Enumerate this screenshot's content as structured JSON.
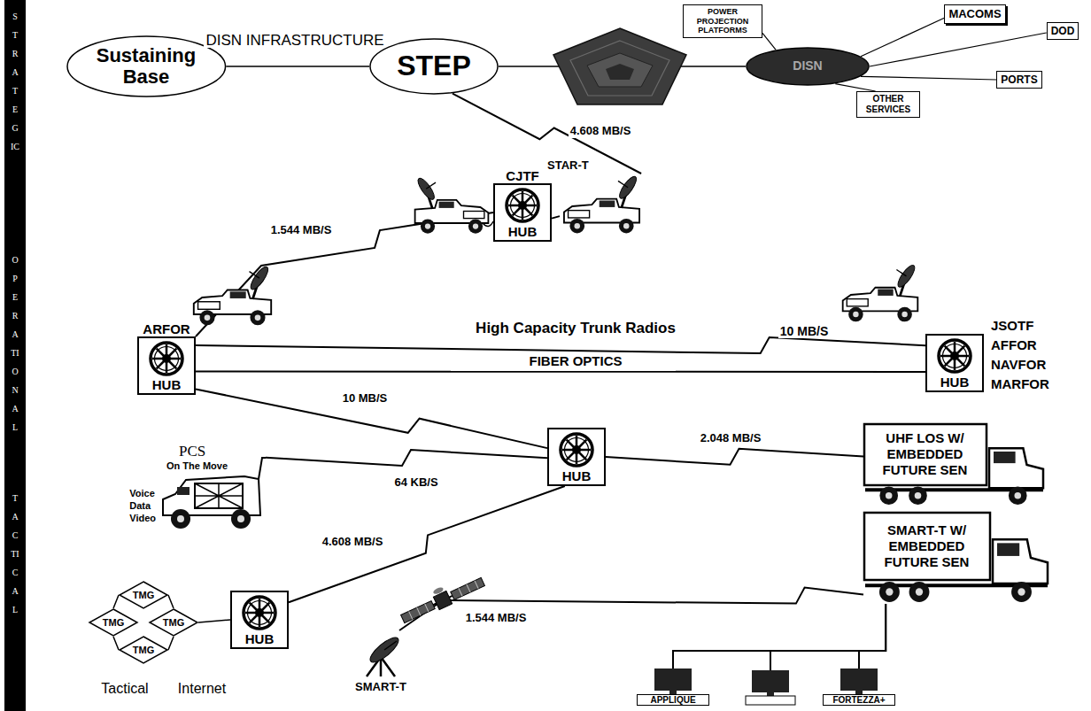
{
  "diagram": {
    "nodes": [
      {
        "text": [
          "STRATEGIC",
          "OPERATIONAL",
          "TACTICAL"
        ]
      },
      {
        "text": [
          "Sustaining Base"
        ]
      },
      {
        "text": [
          "STEP"
        ]
      },
      {
        "text": [
          "DISN"
        ]
      },
      {
        "text": [
          "POWER PROJECTION PLATFORMS"
        ]
      },
      {
        "text": [
          "MACOMS"
        ]
      },
      {
        "text": [
          "DOD"
        ]
      },
      {
        "text": [
          "OTHER SERVICES"
        ]
      },
      {
        "text": [
          "PORTS"
        ]
      },
      {
        "text": [
          "STAR-T"
        ]
      },
      {
        "text": [
          "CJTF",
          "HUB"
        ]
      },
      {
        "text": [
          "ARFOR",
          "HUB"
        ]
      },
      {
        "text": [
          "JSOTF AFFOR NAVFOR MARFOR",
          "HUB"
        ]
      },
      {
        "text": [
          "PCS",
          "On The Move",
          "Voice Data Video"
        ]
      },
      {
        "text": [
          "HUB"
        ]
      },
      {
        "text": [
          "UHF LOS W/ EMBEDDED FUTURE SEN"
        ]
      },
      {
        "text": [
          "SMART-T W/ EMBEDDED FUTURE SEN"
        ]
      },
      {
        "text": [
          "TMG"
        ]
      },
      {
        "text": [
          "TMG"
        ]
      },
      {
        "text": [
          "TMG"
        ]
      },
      {
        "text": [
          "TMG"
        ]
      },
      {
        "text": [
          "HUB"
        ]
      },
      {
        "text": [
          "SMART-T"
        ]
      },
      {
        "text": [
          "APPLIQUE"
        ]
      },
      {
        "text": [
          "FORTEZZA+"
        ]
      }
    ],
    "edges": [
      {
        "from": 1,
        "to": 2,
        "arrow": "none",
        "label": "DISN INFRASTRUCTURE"
      },
      {
        "from": 2,
        "to": 3,
        "arrow": "none"
      },
      {
        "from": 3,
        "to": 4,
        "arrow": "none"
      },
      {
        "from": 3,
        "to": 5,
        "arrow": "none"
      },
      {
        "from": 3,
        "to": 6,
        "arrow": "none"
      },
      {
        "from": 3,
        "to": 8,
        "arrow": "none"
      },
      {
        "from": 3,
        "to": 7,
        "arrow": "none"
      },
      {
        "from": 2,
        "to": 9,
        "arrow": "none",
        "label": "4.608 MB/S"
      },
      {
        "from": 9,
        "to": 10,
        "arrow": "none"
      },
      {
        "from": 11,
        "to": 10,
        "arrow": "none",
        "label": "1.544 MB/S"
      },
      {
        "from": 11,
        "to": 12,
        "arrow": "none",
        "label": "10 MB/S"
      },
      {
        "from": 11,
        "to": 12,
        "arrow": "none",
        "label": "FIBER OPTICS"
      },
      {
        "from": 11,
        "to": 14,
        "arrow": "none",
        "label": "10 MB/S"
      },
      {
        "from": 13,
        "to": 14,
        "arrow": "none",
        "label": "64 KB/S"
      },
      {
        "from": 14,
        "to": 15,
        "arrow": "none",
        "label": "2.048 MB/S"
      },
      {
        "from": 21,
        "to": 14,
        "arrow": "none",
        "label": "4.608 MB/S"
      },
      {
        "from": 22,
        "to": 16,
        "arrow": "none",
        "label": "1.544 MB/S"
      },
      {
        "from": 16,
        "to": 23,
        "arrow": "none"
      },
      {
        "from": 16,
        "to": 24,
        "arrow": "none"
      },
      {
        "from": 17,
        "to": 18,
        "arrow": "none"
      },
      {
        "from": 17,
        "to": 19,
        "arrow": "none"
      },
      {
        "from": 18,
        "to": 20,
        "arrow": "none"
      },
      {
        "from": 19,
        "to": 20,
        "arrow": "none"
      },
      {
        "from": 19,
        "to": 21,
        "arrow": "none"
      }
    ],
    "labels": [
      "High Capacity Trunk Radios",
      "Tactical",
      "Internet"
    ]
  }
}
